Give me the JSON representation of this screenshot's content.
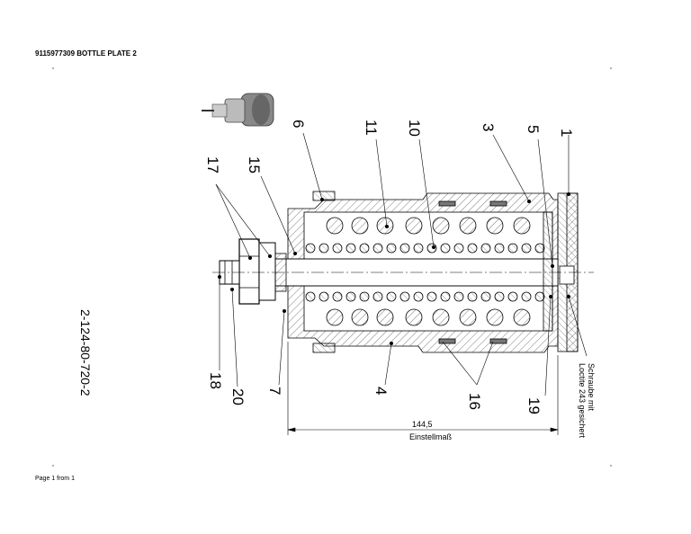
{
  "document": {
    "title": "9115977309 BOTTLE PLATE 2",
    "footer": "Page 1 from 1",
    "drawing_number": "2-124-80-720-2"
  },
  "callouts": [
    "6",
    "11",
    "10",
    "3",
    "5",
    "1",
    "17",
    "15",
    "18",
    "20",
    "7",
    "4",
    "16",
    "19"
  ],
  "dimension": {
    "value": "144,5",
    "label": "Einstellmaß"
  },
  "note": {
    "line1": "Schraube mit",
    "line2": "Loctite 243 gesichert"
  }
}
